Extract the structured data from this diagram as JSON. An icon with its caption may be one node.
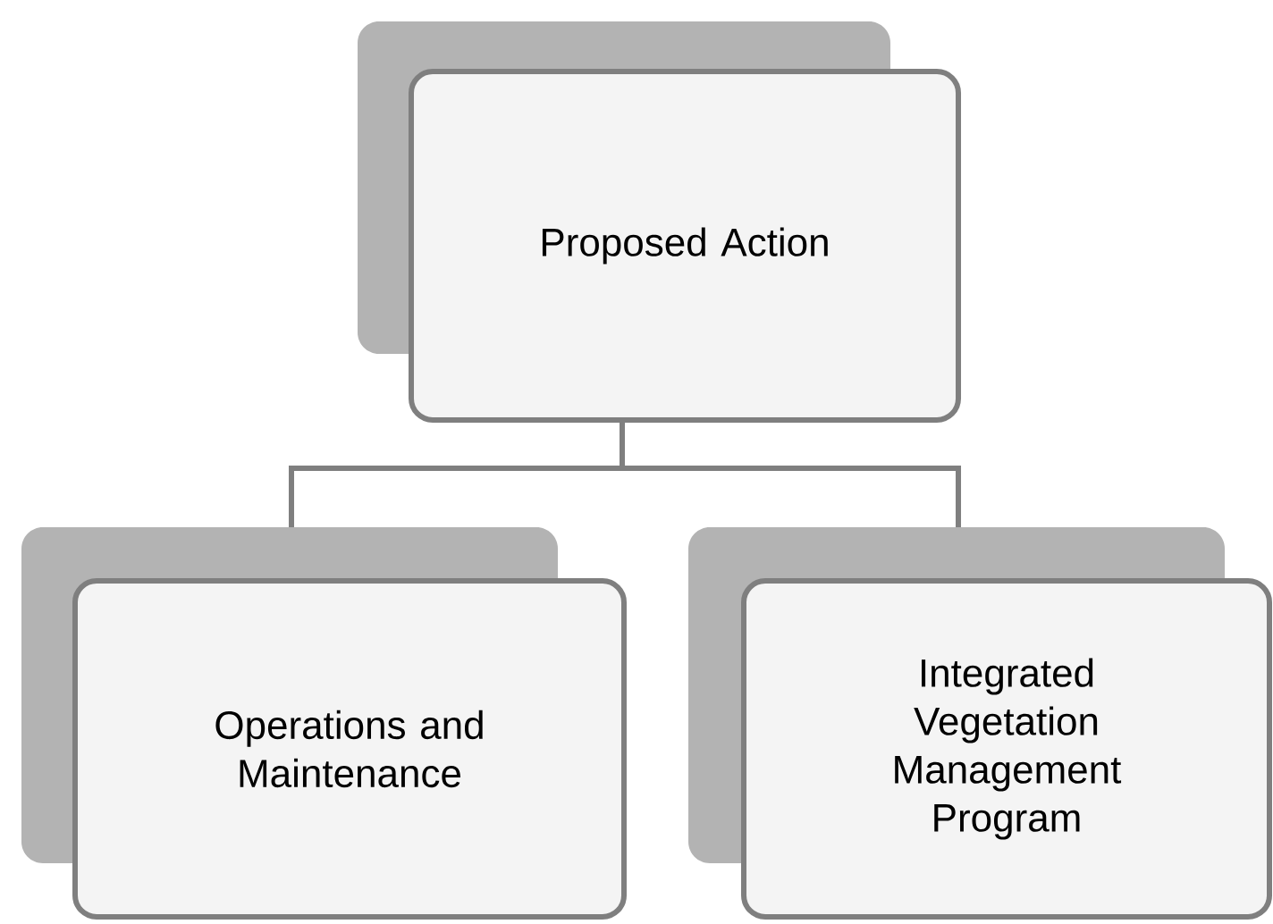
{
  "diagram": {
    "nodes": [
      {
        "text": [
          "Proposed Action"
        ]
      },
      {
        "text": [
          "Operations and Maintenance"
        ]
      },
      {
        "text": [
          "Integrated Vegetation Management Program"
        ]
      }
    ],
    "edges": [
      {
        "from": 0,
        "to": 1,
        "arrow": "none"
      },
      {
        "from": 0,
        "to": 2,
        "arrow": "none"
      }
    ]
  }
}
